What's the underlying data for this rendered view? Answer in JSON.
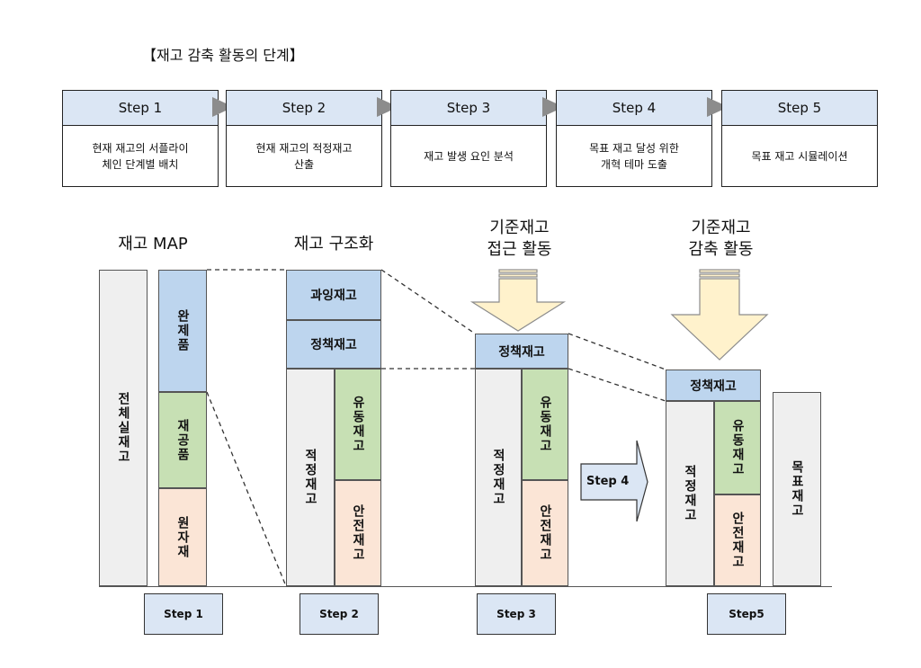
{
  "title": "【재고 감축 활동의 단계】",
  "steps": [
    {
      "label": "Step 1",
      "desc": "현재 재고의 서플라이\n체인 단계별 배치"
    },
    {
      "label": "Step 2",
      "desc": "현재 재고의 적정재고\n산출"
    },
    {
      "label": "Step 3",
      "desc": "재고 발생 요인 분석"
    },
    {
      "label": "Step 4",
      "desc": "목표 재고 달성 위한\n개혁 테마 도출"
    },
    {
      "label": "Step 5",
      "desc": "목표 재고 시뮬레이션"
    }
  ],
  "diagram": {
    "map_title": "재고 MAP",
    "structure_title": "재고 구조화",
    "approach_title": "기준재고\n접근 활동",
    "reduce_title": "기준재고\n감축 활동",
    "total_stock": "전체실재고",
    "finished": "완제품",
    "wip": "재공품",
    "raw": "원자재",
    "excess": "과잉재고",
    "policy": "정책재고",
    "proper": "적정재고",
    "flow": "유동재고",
    "safety": "안전재고",
    "target": "목표재고",
    "step4_arrow": "Step 4",
    "bottom_steps": [
      "Step 1",
      "Step 2",
      "Step 3",
      "Step5"
    ]
  },
  "colors": {
    "header_fill": "#dbe6f4",
    "finished": "#bdd5ee",
    "wip": "#c7e0b4",
    "raw": "#fbe5d6",
    "total": "#efefef",
    "arrow_down": "#fff2cc",
    "chevron": "#8c8c8c"
  }
}
